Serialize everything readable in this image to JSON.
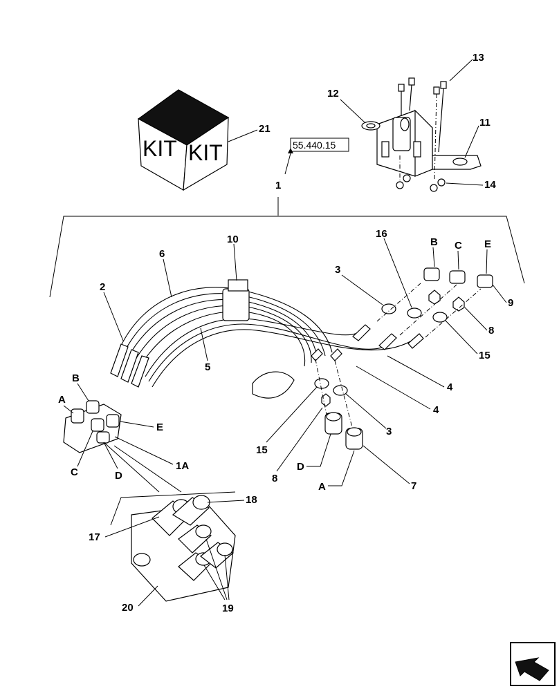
{
  "kit_box": {
    "left": "KIT",
    "right": "KIT",
    "callout": "21"
  },
  "reference_box": "55.440.15",
  "labels": {
    "l1": "1",
    "l2": "2",
    "l3a": "3",
    "l3b": "3",
    "l4a": "4",
    "l4b": "4",
    "l5": "5",
    "l6": "6",
    "l7": "7",
    "l8a": "8",
    "l8b": "8",
    "l9": "9",
    "l10": "10",
    "l11": "11",
    "l12": "12",
    "l13": "13",
    "l14": "14",
    "l15a": "15",
    "l15b": "15",
    "l16": "16",
    "l17": "17",
    "l18": "18",
    "l19": "19",
    "l20": "20",
    "l1a": "1A",
    "ltrB_top": "B",
    "ltrC_top": "C",
    "ltrE_top": "E",
    "ltrA_left": "A",
    "ltrB_left": "B",
    "ltrC_left": "C",
    "ltrD_left": "D",
    "ltrE_left": "E",
    "ltrD_bot": "D",
    "ltrA_bot": "A"
  },
  "icons": [
    "kit-box-icon",
    "bracket-icon",
    "hose-harness-icon",
    "coupler-block-icon",
    "next-page-arrow-icon"
  ]
}
